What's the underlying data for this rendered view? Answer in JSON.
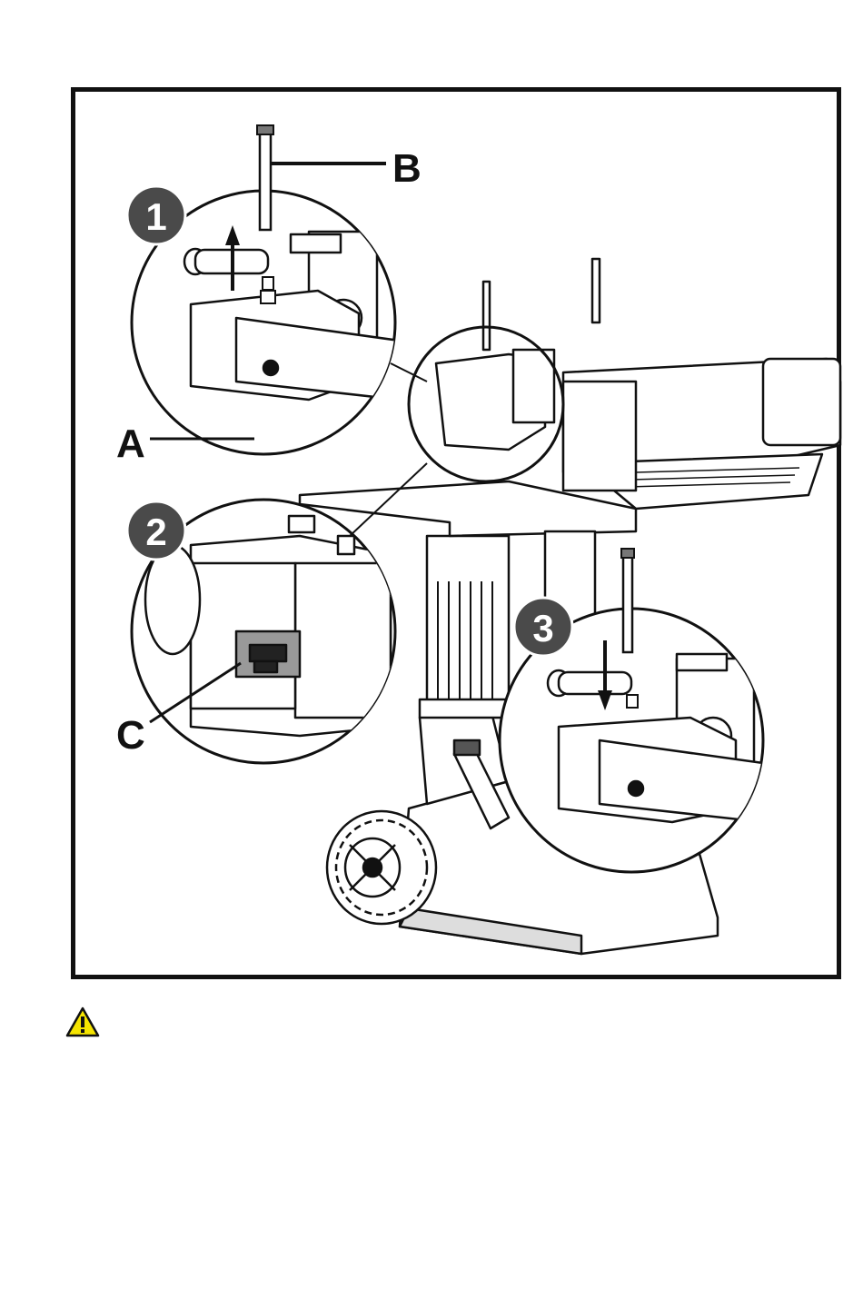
{
  "figure": {
    "callouts": {
      "a": "A",
      "b": "B",
      "c": "C"
    },
    "steps": [
      "1",
      "2",
      "3"
    ],
    "step_badge_color": "#4a4a4a",
    "line_color": "#111111"
  },
  "warning": {
    "icon": "warning-triangle-icon",
    "fill": "#f5e400"
  }
}
